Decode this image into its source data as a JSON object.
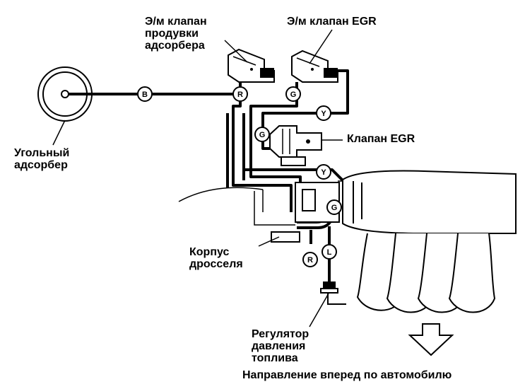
{
  "labels": {
    "purge_valve": [
      "Э/м клапан",
      "продувки",
      "адсорбера"
    ],
    "egr_solenoid": [
      "Э/м клапан EGR"
    ],
    "egr_valve": [
      "Клапан EGR"
    ],
    "canister": [
      "Угольный",
      "адсорбер"
    ],
    "throttle_body": [
      "Корпус",
      "дросселя"
    ],
    "fuel_regulator": [
      "Регулятор",
      "давления",
      "топлива"
    ],
    "direction": [
      "Направление вперед по автомобилю"
    ]
  },
  "hose_codes": {
    "b": "B",
    "r_top": "R",
    "g_top": "G",
    "y_top": "Y",
    "g_mid": "G",
    "y_mid": "Y",
    "g_right": "G",
    "r_bottom": "R",
    "l_bottom": "L"
  },
  "colors": {
    "ink": "#000000",
    "background": "#ffffff"
  }
}
